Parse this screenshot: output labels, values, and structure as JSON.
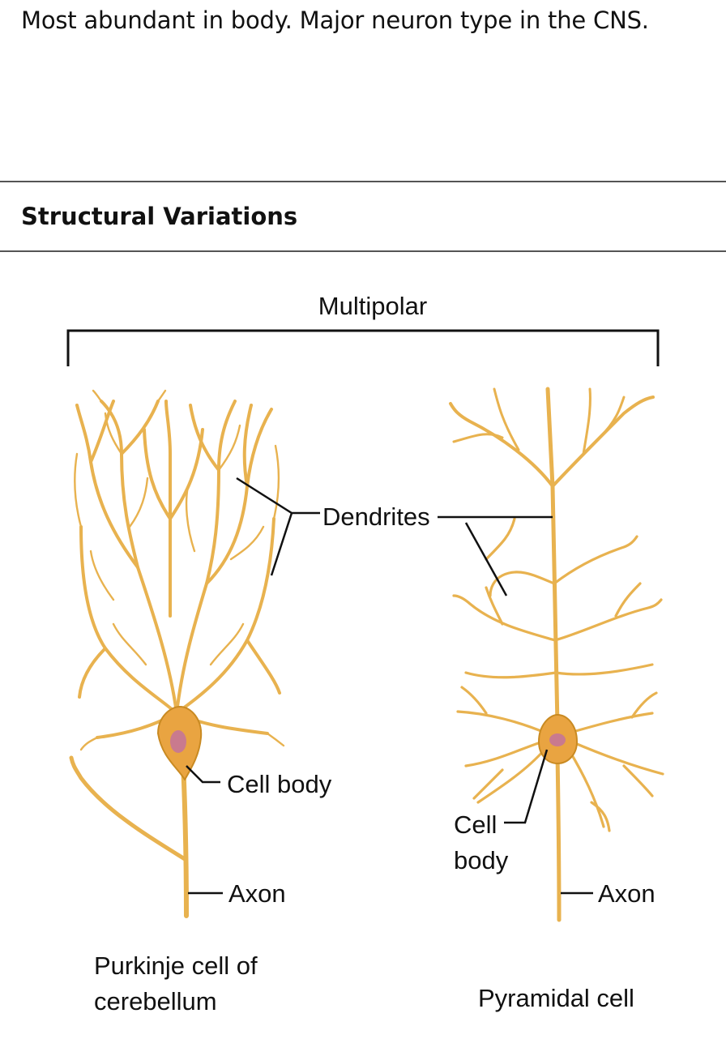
{
  "intro_text": "Most abundant in body. Major neuron type in the CNS.",
  "section": {
    "title": "Structural Variations"
  },
  "diagram": {
    "group_label": "Multipolar",
    "purkinje": {
      "caption_line1": "Purkinje cell of",
      "caption_line2": "cerebellum",
      "cell_body_label": "Cell body",
      "axon_label": "Axon"
    },
    "dendrites_label": "Dendrites",
    "pyramidal": {
      "caption": "Pyramidal cell",
      "cell_body_line1": "Cell",
      "cell_body_line2": "body",
      "axon_label": "Axon"
    },
    "colors": {
      "neuron": "#E8B24F",
      "neuron_dark": "#C98A22",
      "soma": "#E9A441",
      "nucleus": "#C97A8E"
    }
  }
}
